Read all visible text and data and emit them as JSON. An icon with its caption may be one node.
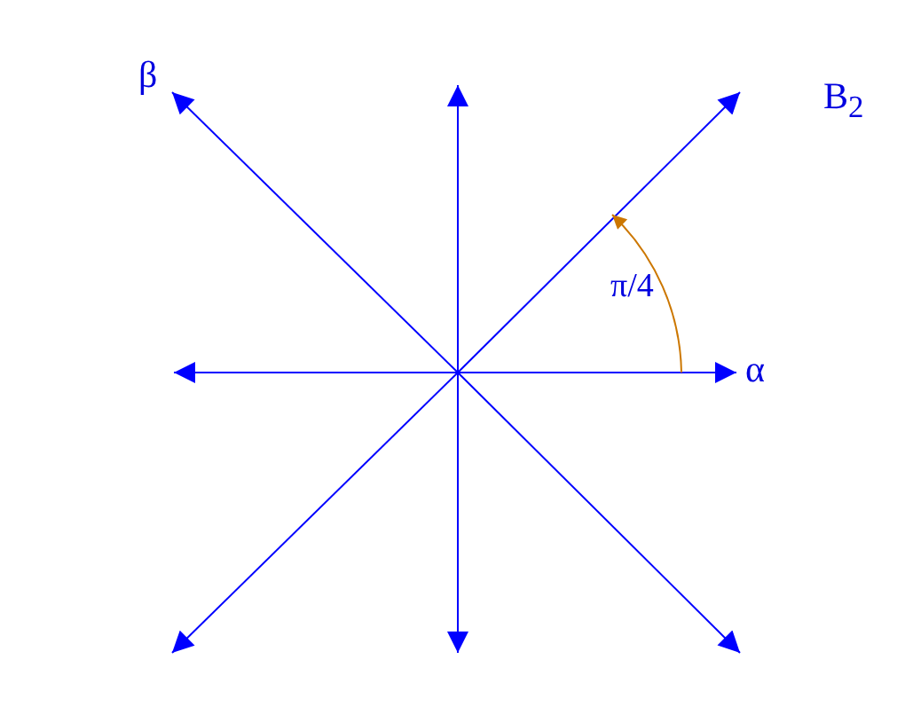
{
  "diagram": {
    "labels": [
      "β",
      "B$_{2}$",
      "π/4",
      "α"
    ]
  }
}
